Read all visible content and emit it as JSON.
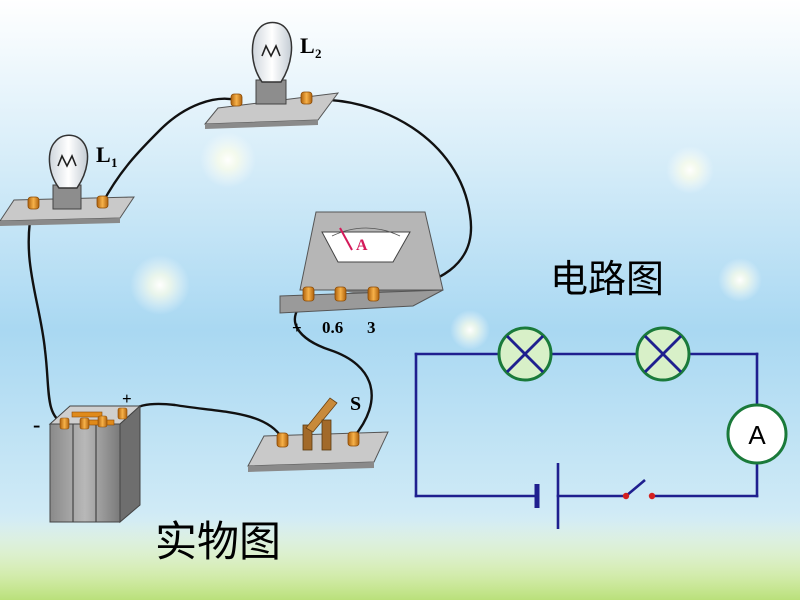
{
  "physical": {
    "title": "实物图",
    "bulb1_label": "L",
    "bulb1_sub": "1",
    "bulb2_label": "L",
    "bulb2_sub": "2",
    "ammeter_face": "A",
    "ammeter_terminals": [
      "+",
      "0.6",
      "3"
    ],
    "switch_label": "S",
    "battery_plus": "+",
    "battery_minus": "-"
  },
  "schematic": {
    "title": "电路图",
    "ammeter_symbol": "A"
  },
  "colors": {
    "wire_schematic": "#1f1f8f",
    "lamp_circle": "#1a7a3a",
    "lamp_fill": "#d8f0c8",
    "ammeter_circle": "#1a7a3a",
    "switch_dot": "#d42020",
    "terminal": "#e08a1a"
  }
}
